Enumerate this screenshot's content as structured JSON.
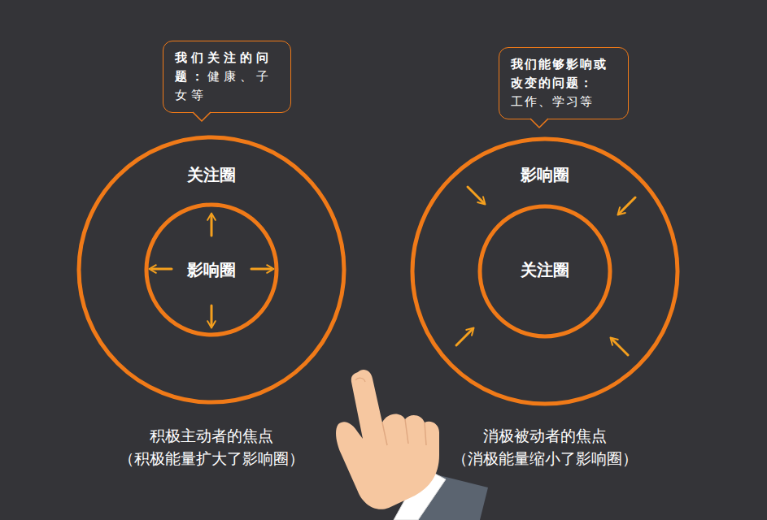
{
  "diagram": {
    "nodes": [
      {
        "text": [
          "我们关注的问题：",
          "健康、子女等"
        ]
      },
      {
        "text": [
          "我们能够影响或改变的问题：",
          "工作、学习等"
        ]
      },
      {
        "text": [
          "关注圈"
        ]
      },
      {
        "text": [
          "影响圈"
        ],
        "in": 2
      },
      {
        "text": [
          "影响圈"
        ]
      },
      {
        "text": [
          "关注圈"
        ],
        "in": 4
      }
    ],
    "labels": [
      "积极主动者的焦点",
      "（积极能量扩大了影响圈）",
      "消极被动者的焦点",
      "（消极能量缩小了影响圈）"
    ]
  }
}
